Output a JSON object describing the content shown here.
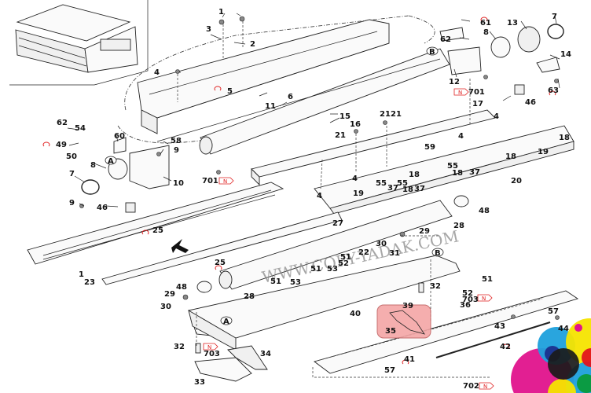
{
  "diagram": {
    "title": "Fusing unit exploded parts diagram",
    "watermark": "WWW.COPY-YADAK.COM",
    "highlighted_part": "35",
    "highlight_color": "#f4a6a6",
    "colors": {
      "line": "#222222",
      "red_marker": "#e02020",
      "cmyk_magenta": "#e0138c",
      "cmyk_cyan": "#1ea0dc",
      "cmyk_yellow": "#f5e400",
      "cmyk_black": "#1a1a1a",
      "cmyk_red": "#e3141e",
      "cmyk_green": "#0a9a3a",
      "cmyk_navy": "#1b2a8a"
    },
    "markers": {
      "hex_N": "N",
      "letter_A": "A",
      "letter_B": "B"
    },
    "part_labels": [
      {
        "id": "1",
        "text": "1"
      },
      {
        "id": "1b",
        "text": "1"
      },
      {
        "id": "2",
        "text": "2"
      },
      {
        "id": "3",
        "text": "3"
      },
      {
        "id": "4a",
        "text": "4"
      },
      {
        "id": "4b",
        "text": "4"
      },
      {
        "id": "4c",
        "text": "4"
      },
      {
        "id": "4d",
        "text": "4"
      },
      {
        "id": "4e",
        "text": "4"
      },
      {
        "id": "5",
        "text": "5"
      },
      {
        "id": "6",
        "text": "6"
      },
      {
        "id": "7a",
        "text": "7"
      },
      {
        "id": "7b",
        "text": "7"
      },
      {
        "id": "8a",
        "text": "8"
      },
      {
        "id": "8b",
        "text": "8"
      },
      {
        "id": "9a",
        "text": "9"
      },
      {
        "id": "9b",
        "text": "9"
      },
      {
        "id": "10",
        "text": "10"
      },
      {
        "id": "11",
        "text": "11"
      },
      {
        "id": "12",
        "text": "12"
      },
      {
        "id": "13",
        "text": "13"
      },
      {
        "id": "14",
        "text": "14"
      },
      {
        "id": "15",
        "text": "15"
      },
      {
        "id": "16",
        "text": "16"
      },
      {
        "id": "17",
        "text": "17"
      },
      {
        "id": "18a",
        "text": "18"
      },
      {
        "id": "18b",
        "text": "18"
      },
      {
        "id": "18c",
        "text": "18"
      },
      {
        "id": "18d",
        "text": "18"
      },
      {
        "id": "18e",
        "text": "18"
      },
      {
        "id": "19a",
        "text": "19"
      },
      {
        "id": "19b",
        "text": "19"
      },
      {
        "id": "20",
        "text": "20"
      },
      {
        "id": "21a",
        "text": "21"
      },
      {
        "id": "21b",
        "text": "21"
      },
      {
        "id": "21c",
        "text": "21"
      },
      {
        "id": "22",
        "text": "22"
      },
      {
        "id": "23",
        "text": "23"
      },
      {
        "id": "25a",
        "text": "25"
      },
      {
        "id": "25b",
        "text": "25"
      },
      {
        "id": "27",
        "text": "27"
      },
      {
        "id": "28a",
        "text": "28"
      },
      {
        "id": "28b",
        "text": "28"
      },
      {
        "id": "29a",
        "text": "29"
      },
      {
        "id": "29b",
        "text": "29"
      },
      {
        "id": "30a",
        "text": "30"
      },
      {
        "id": "30b",
        "text": "30"
      },
      {
        "id": "31",
        "text": "31"
      },
      {
        "id": "32a",
        "text": "32"
      },
      {
        "id": "32b",
        "text": "32"
      },
      {
        "id": "33",
        "text": "33"
      },
      {
        "id": "34",
        "text": "34"
      },
      {
        "id": "35",
        "text": "35"
      },
      {
        "id": "36",
        "text": "36"
      },
      {
        "id": "37a",
        "text": "37"
      },
      {
        "id": "37b",
        "text": "37"
      },
      {
        "id": "37c",
        "text": "37"
      },
      {
        "id": "39",
        "text": "39"
      },
      {
        "id": "40",
        "text": "40"
      },
      {
        "id": "41",
        "text": "41"
      },
      {
        "id": "42",
        "text": "42"
      },
      {
        "id": "43",
        "text": "43"
      },
      {
        "id": "44",
        "text": "44"
      },
      {
        "id": "46a",
        "text": "46"
      },
      {
        "id": "46b",
        "text": "46"
      },
      {
        "id": "48a",
        "text": "48"
      },
      {
        "id": "48b",
        "text": "48"
      },
      {
        "id": "49",
        "text": "49"
      },
      {
        "id": "50",
        "text": "50"
      },
      {
        "id": "51a",
        "text": "51"
      },
      {
        "id": "51b",
        "text": "51"
      },
      {
        "id": "51c",
        "text": "51"
      },
      {
        "id": "51d",
        "text": "51"
      },
      {
        "id": "52a",
        "text": "52"
      },
      {
        "id": "52b",
        "text": "52"
      },
      {
        "id": "53a",
        "text": "53"
      },
      {
        "id": "53b",
        "text": "53"
      },
      {
        "id": "54",
        "text": "54"
      },
      {
        "id": "55a",
        "text": "55"
      },
      {
        "id": "55b",
        "text": "55"
      },
      {
        "id": "55c",
        "text": "55"
      },
      {
        "id": "57a",
        "text": "57"
      },
      {
        "id": "57b",
        "text": "57"
      },
      {
        "id": "58",
        "text": "58"
      },
      {
        "id": "59",
        "text": "59"
      },
      {
        "id": "60",
        "text": "60"
      },
      {
        "id": "61",
        "text": "61"
      },
      {
        "id": "62a",
        "text": "62"
      },
      {
        "id": "62b",
        "text": "62"
      },
      {
        "id": "63",
        "text": "63"
      },
      {
        "id": "701a",
        "text": "701"
      },
      {
        "id": "701b",
        "text": "701"
      },
      {
        "id": "702",
        "text": "702"
      },
      {
        "id": "703a",
        "text": "703"
      },
      {
        "id": "703b",
        "text": "703"
      }
    ]
  }
}
